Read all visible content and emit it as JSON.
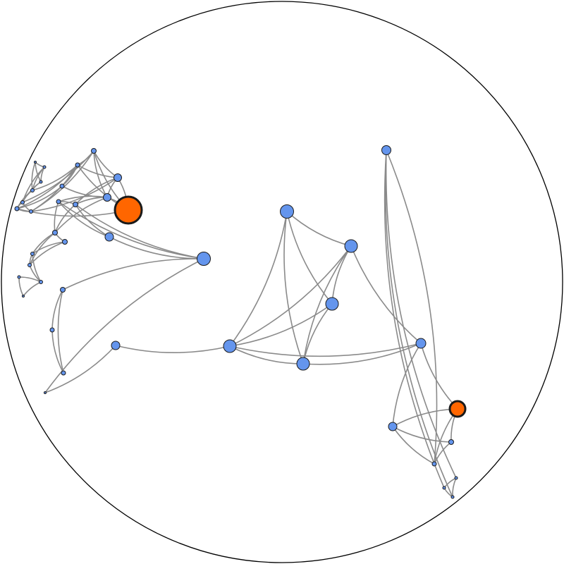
{
  "graph": {
    "colors": {
      "node": "#6495ed",
      "highlight": "#ff6600",
      "edge": "#8a8a8a",
      "border": "#000000"
    },
    "nodes": [
      {
        "id": "n0",
        "group": "normal"
      },
      {
        "id": "n1",
        "group": "normal"
      },
      {
        "id": "n2",
        "group": "normal"
      },
      {
        "id": "n3",
        "group": "normal"
      },
      {
        "id": "n4",
        "group": "normal"
      },
      {
        "id": "n5",
        "group": "normal"
      },
      {
        "id": "n6",
        "group": "normal"
      },
      {
        "id": "n7",
        "group": "normal"
      },
      {
        "id": "n8",
        "group": "normal"
      },
      {
        "id": "n9",
        "group": "normal"
      },
      {
        "id": "n10",
        "group": "highlight"
      },
      {
        "id": "n11",
        "group": "normal"
      },
      {
        "id": "n12",
        "group": "normal"
      },
      {
        "id": "n13",
        "group": "normal"
      },
      {
        "id": "n14",
        "group": "normal"
      },
      {
        "id": "n15",
        "group": "normal"
      },
      {
        "id": "n16",
        "group": "normal"
      },
      {
        "id": "n17",
        "group": "normal"
      },
      {
        "id": "n18",
        "group": "normal"
      },
      {
        "id": "n19",
        "group": "normal"
      },
      {
        "id": "n20",
        "group": "normal"
      },
      {
        "id": "n21",
        "group": "normal"
      },
      {
        "id": "n22",
        "group": "normal"
      },
      {
        "id": "n23",
        "group": "normal"
      },
      {
        "id": "n24",
        "group": "normal"
      },
      {
        "id": "n25",
        "group": "normal"
      },
      {
        "id": "n26",
        "group": "normal"
      },
      {
        "id": "n27",
        "group": "normal"
      },
      {
        "id": "n28",
        "group": "normal"
      },
      {
        "id": "n29",
        "group": "normal"
      },
      {
        "id": "n30",
        "group": "normal"
      },
      {
        "id": "n31",
        "group": "normal"
      },
      {
        "id": "n32",
        "group": "normal"
      },
      {
        "id": "n33",
        "group": "normal"
      },
      {
        "id": "n34",
        "group": "normal"
      },
      {
        "id": "n35",
        "group": "highlight"
      },
      {
        "id": "n36",
        "group": "normal"
      },
      {
        "id": "n37",
        "group": "normal"
      },
      {
        "id": "n38",
        "group": "normal"
      },
      {
        "id": "n39",
        "group": "normal"
      },
      {
        "id": "n40",
        "group": "normal"
      },
      {
        "id": "n41",
        "group": "normal"
      },
      {
        "id": "n42",
        "group": "normal"
      }
    ],
    "edges": [
      [
        "n0",
        "n1"
      ],
      [
        "n0",
        "n2"
      ],
      [
        "n0",
        "n3"
      ],
      [
        "n1",
        "n2"
      ],
      [
        "n1",
        "n3"
      ],
      [
        "n1",
        "n4"
      ],
      [
        "n2",
        "n3"
      ],
      [
        "n2",
        "n4"
      ],
      [
        "n3",
        "n4"
      ],
      [
        "n3",
        "n5"
      ],
      [
        "n4",
        "n5"
      ],
      [
        "n4",
        "n6"
      ],
      [
        "n5",
        "n6"
      ],
      [
        "n5",
        "n7"
      ],
      [
        "n5",
        "n8"
      ],
      [
        "n6",
        "n8"
      ],
      [
        "n6",
        "n9"
      ],
      [
        "n7",
        "n8"
      ],
      [
        "n8",
        "n9"
      ],
      [
        "n8",
        "n10"
      ],
      [
        "n9",
        "n10"
      ],
      [
        "n9",
        "n11"
      ],
      [
        "n10",
        "n11"
      ],
      [
        "n10",
        "n12"
      ],
      [
        "n11",
        "n12"
      ],
      [
        "n11",
        "n13"
      ],
      [
        "n12",
        "n13"
      ],
      [
        "n12",
        "n14"
      ],
      [
        "n13",
        "n14"
      ],
      [
        "n13",
        "n15"
      ],
      [
        "n14",
        "n15"
      ],
      [
        "n6",
        "n11"
      ],
      [
        "n5",
        "n10"
      ],
      [
        "n4",
        "n9"
      ],
      [
        "n3",
        "n8"
      ],
      [
        "n7",
        "n12"
      ],
      [
        "n9",
        "n12"
      ],
      [
        "n8",
        "n11"
      ],
      [
        "n12",
        "n16"
      ],
      [
        "n13",
        "n16"
      ],
      [
        "n14",
        "n16"
      ],
      [
        "n16",
        "n17"
      ],
      [
        "n16",
        "n18"
      ],
      [
        "n16",
        "n19"
      ],
      [
        "n17",
        "n18"
      ],
      [
        "n17",
        "n19"
      ],
      [
        "n18",
        "n19"
      ],
      [
        "n18",
        "n20"
      ],
      [
        "n19",
        "n20"
      ],
      [
        "n20",
        "n21"
      ],
      [
        "n21",
        "n22"
      ],
      [
        "n20",
        "n22"
      ],
      [
        "n13",
        "n23"
      ],
      [
        "n14",
        "n23"
      ],
      [
        "n15",
        "n23"
      ],
      [
        "n23",
        "n24"
      ],
      [
        "n24",
        "n25"
      ],
      [
        "n25",
        "n26"
      ],
      [
        "n24",
        "n26"
      ],
      [
        "n23",
        "n27"
      ],
      [
        "n27",
        "n28"
      ],
      [
        "n28",
        "n29"
      ],
      [
        "n29",
        "n30"
      ],
      [
        "n29",
        "n31"
      ],
      [
        "n29",
        "n32"
      ],
      [
        "n29",
        "n33"
      ],
      [
        "n29",
        "n34"
      ],
      [
        "n30",
        "n31"
      ],
      [
        "n30",
        "n32"
      ],
      [
        "n31",
        "n32"
      ],
      [
        "n31",
        "n34"
      ],
      [
        "n30",
        "n33"
      ],
      [
        "n31",
        "n33"
      ],
      [
        "n32",
        "n33"
      ],
      [
        "n33",
        "n34"
      ],
      [
        "n34",
        "n35"
      ],
      [
        "n35",
        "n36"
      ],
      [
        "n34",
        "n36"
      ],
      [
        "n36",
        "n37"
      ],
      [
        "n35",
        "n37"
      ],
      [
        "n35",
        "n38"
      ],
      [
        "n37",
        "n38"
      ],
      [
        "n36",
        "n38"
      ],
      [
        "n38",
        "n39"
      ],
      [
        "n39",
        "n40"
      ],
      [
        "n39",
        "n41"
      ],
      [
        "n40",
        "n41"
      ],
      [
        "n40",
        "n42"
      ],
      [
        "n41",
        "n42"
      ],
      [
        "n39",
        "n42"
      ]
    ]
  }
}
